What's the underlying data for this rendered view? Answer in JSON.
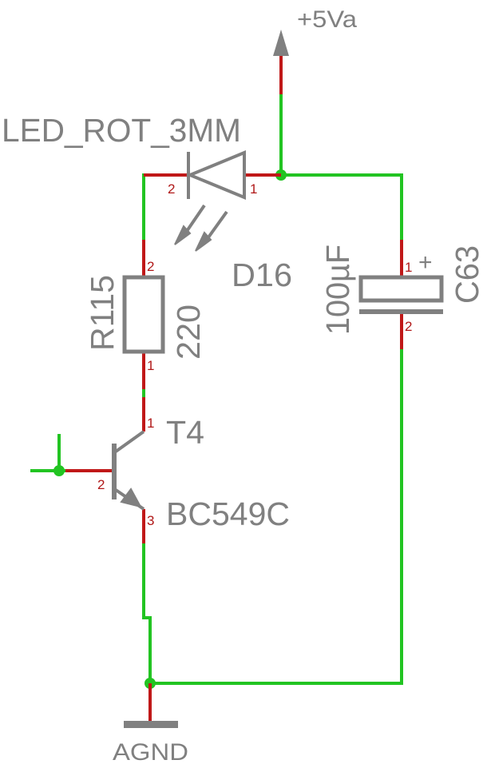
{
  "supply": {
    "label": "+5Va"
  },
  "ground": {
    "label": "AGND"
  },
  "led": {
    "ref": "D16",
    "value": "LED_ROT_3MM",
    "pin_anode": "2",
    "pin_cathode": "1"
  },
  "resistor": {
    "ref": "R115",
    "value": "220",
    "pin_top": "2",
    "pin_bottom": "1"
  },
  "transistor": {
    "ref": "T4",
    "value": "BC549C",
    "pin_collector": "1",
    "pin_base": "2",
    "pin_emitter": "3"
  },
  "capacitor": {
    "ref": "C63",
    "value": "100µF",
    "polarity": "+",
    "pin_top": "1",
    "pin_bottom": "2"
  },
  "colors": {
    "wire": "#22c422",
    "pin_lead": "#c01818",
    "symbol": "#808080",
    "pin_text": "#b01818",
    "junction": "#22c422"
  },
  "icons": [
    "supply-arrow-icon",
    "ground-bar-icon",
    "led-icon",
    "resistor-icon",
    "npn-transistor-icon",
    "polarized-capacitor-icon"
  ]
}
